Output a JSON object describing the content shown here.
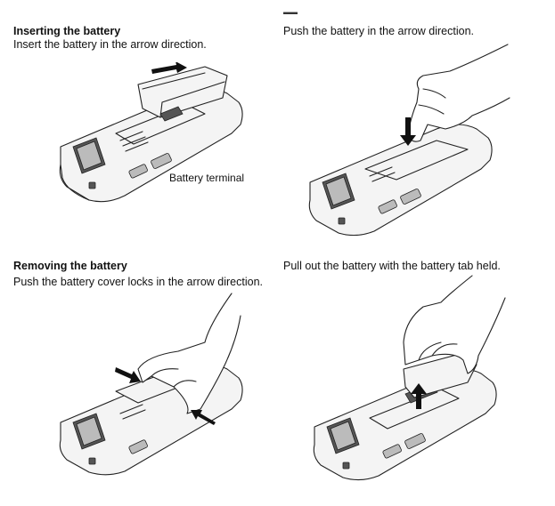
{
  "header_mark": "▬▬",
  "inserting": {
    "title": "Inserting the battery",
    "step1": "Insert the battery in the arrow direction.",
    "step2": "Push the battery in the arrow direction.",
    "terminal_label": "Battery terminal"
  },
  "removing": {
    "title": "Removing the battery",
    "step1": "Push the battery cover locks in the arrow direction.",
    "step2": "Pull out the battery with the battery tab held."
  }
}
